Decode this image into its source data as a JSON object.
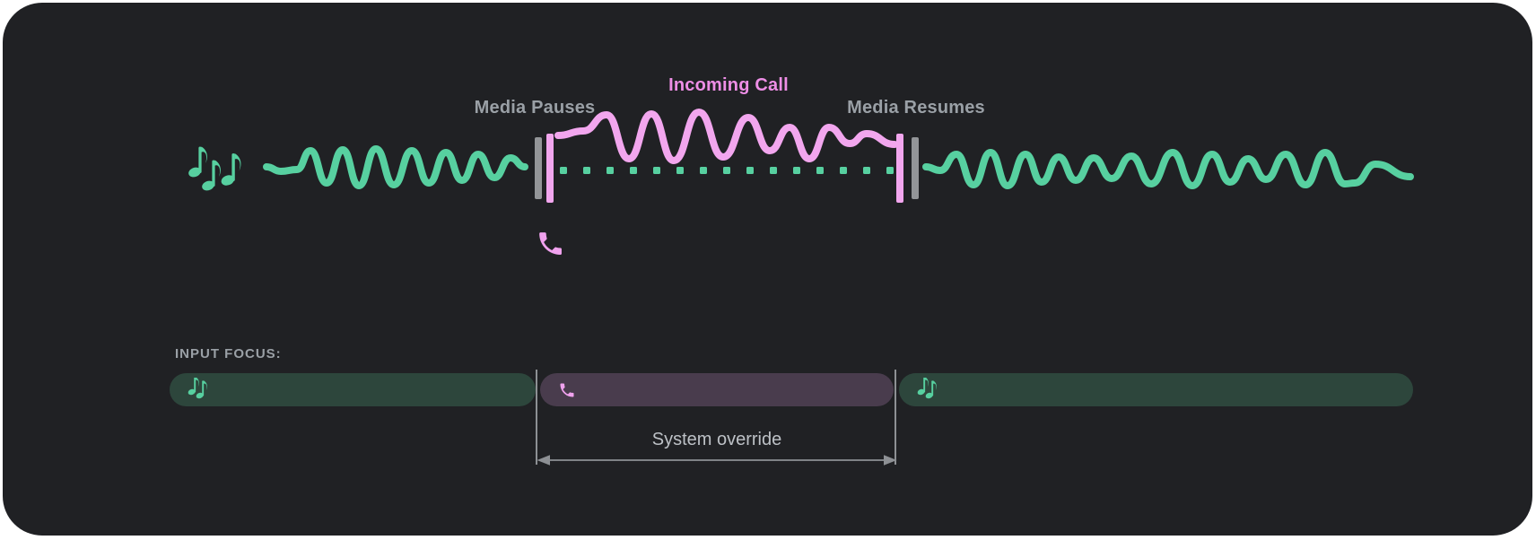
{
  "palette": {
    "card_bg": "#202124",
    "media_green": "#57d0a0",
    "call_pink": "#f2a6ee",
    "call_pink_icon": "#f0a2ee",
    "incoming_call_text": "#ee8ee6",
    "marker_gray": "#939598",
    "guide_gray": "#8d9094",
    "label_gray": "#9aa0a6",
    "override_text": "#bdc1c6",
    "focus_media_bar": "#2d463c",
    "focus_call_bar": "#493c4d"
  },
  "timeline": {
    "media_pauses_label": "Media Pauses",
    "incoming_call_label": "Incoming Call",
    "media_resumes_label": "Media Resumes",
    "media_icon": "music-notes-icon",
    "call_icon": "phone-icon"
  },
  "focus_track": {
    "title": "INPUT FOCUS:",
    "system_override_label": "System override",
    "segments": [
      {
        "type": "media",
        "icon": "music-notes-icon"
      },
      {
        "type": "call",
        "icon": "phone-icon"
      },
      {
        "type": "media",
        "icon": "music-notes-icon"
      }
    ]
  }
}
